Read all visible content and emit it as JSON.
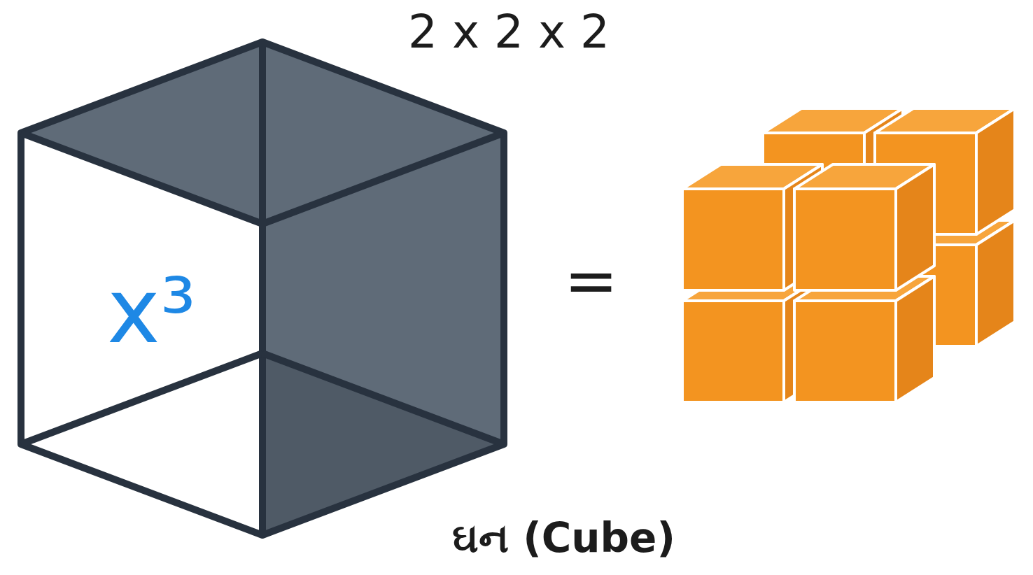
{
  "diagram": {
    "caption": "ઘન (Cube)",
    "nodes": [
      {
        "text": [
          "x³"
        ]
      }
    ],
    "labels": [
      "2 x 2 x 2",
      "="
    ]
  }
}
